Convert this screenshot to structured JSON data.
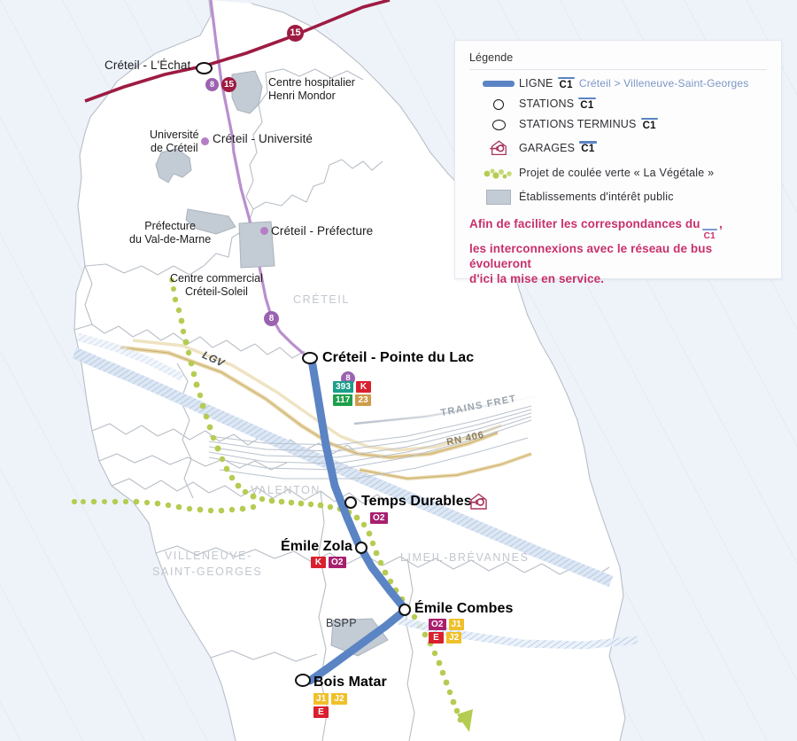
{
  "legend": {
    "title": "Légende",
    "line_label": "LIGNE",
    "line_badge": "C1",
    "line_desc": "Créteil > Villeneuve-Saint-Georges",
    "stations_label": "STATIONS",
    "stations_badge": "C1",
    "terminus_label": "STATIONS TERMINUS",
    "terminus_badge": "C1",
    "garages_label": "GARAGES",
    "garages_badge": "C1",
    "green_label": "Projet de coulée verte « La Végétale »",
    "public_label": "Établissements d'intérêt public",
    "note_1": "Afin de faciliter les correspondances du",
    "note_badge": "C1",
    "note_2": ",",
    "note_3": "les interconnexions avec le réseau de bus évolueront",
    "note_4": "d'ici la mise en service."
  },
  "stations": [
    {
      "name": "Créteil - L'Échat",
      "type": "terminus-other"
    },
    {
      "name": "Créteil - Université",
      "type": "metro"
    },
    {
      "name": "Créteil - Préfecture",
      "type": "metro"
    },
    {
      "name": "Créteil - Pointe du Lac",
      "type": "terminus"
    },
    {
      "name": "Temps Durables",
      "type": "station"
    },
    {
      "name": "Émile Zola",
      "type": "station"
    },
    {
      "name": "Émile Combes",
      "type": "station"
    },
    {
      "name": "Bois Matar",
      "type": "terminus"
    }
  ],
  "poi": [
    {
      "lines": [
        "Centre hospitalier",
        "Henri Mondor"
      ]
    },
    {
      "lines": [
        "Université",
        "de Créteil"
      ]
    },
    {
      "lines": [
        "Préfecture",
        "du Val-de-Marne"
      ]
    },
    {
      "lines": [
        "Centre commercial",
        "Créteil-Soleil"
      ]
    }
  ],
  "cities": [
    {
      "label": "CRÉTEIL"
    },
    {
      "label": "VALENTON"
    },
    {
      "label": "VILLENEUVE-"
    },
    {
      "label": "SAINT-GEORGES"
    },
    {
      "label": "LIMEIL-BRÉVANNES"
    }
  ],
  "map_labels": {
    "lgv": "LGV",
    "trains_fret": "TRAINS FRET",
    "rn406": "RN 406",
    "bspp": "BSPP"
  },
  "metro_roundels": [
    {
      "label": "15",
      "color": "#9e1b42"
    },
    {
      "label": "8",
      "color": "#9b62b0"
    },
    {
      "label": "15",
      "color": "#9e1b42"
    },
    {
      "label": "8",
      "color": "#9b62b0"
    },
    {
      "label": "8",
      "color": "#9b62b0"
    }
  ],
  "bus_badges": {
    "pointe_du_lac": [
      [
        {
          "label": "393",
          "color": "#1b9e8a"
        },
        {
          "label": "K",
          "color": "#d9202e"
        }
      ],
      [
        {
          "label": "117",
          "color": "#1e9e4a"
        },
        {
          "label": "23",
          "color": "#cf9c4a"
        }
      ]
    ],
    "temps_durables": [
      [
        {
          "label": "O2",
          "color": "#a81f6e"
        }
      ]
    ],
    "emile_zola": [
      [
        {
          "label": "K",
          "color": "#d9202e"
        },
        {
          "label": "O2",
          "color": "#a81f6e"
        }
      ]
    ],
    "emile_combes": [
      [
        {
          "label": "O2",
          "color": "#a81f6e"
        },
        {
          "label": "J1",
          "color": "#f0c02a"
        }
      ],
      [
        {
          "label": "E",
          "color": "#d9202e"
        },
        {
          "label": "J2",
          "color": "#f0c02a"
        }
      ]
    ],
    "bois_matar": [
      [
        {
          "label": "J1",
          "color": "#f0c02a"
        },
        {
          "label": "J2",
          "color": "#f0c02a"
        }
      ],
      [
        {
          "label": "E",
          "color": "#d9202e"
        }
      ]
    ]
  },
  "colors": {
    "line_c1": "#5a84c4",
    "metro8": "#9b62b0",
    "metro15": "#9e1b42",
    "green_trail": "#b5cc52",
    "background": "#eef3fa",
    "note": "#c8306a"
  }
}
